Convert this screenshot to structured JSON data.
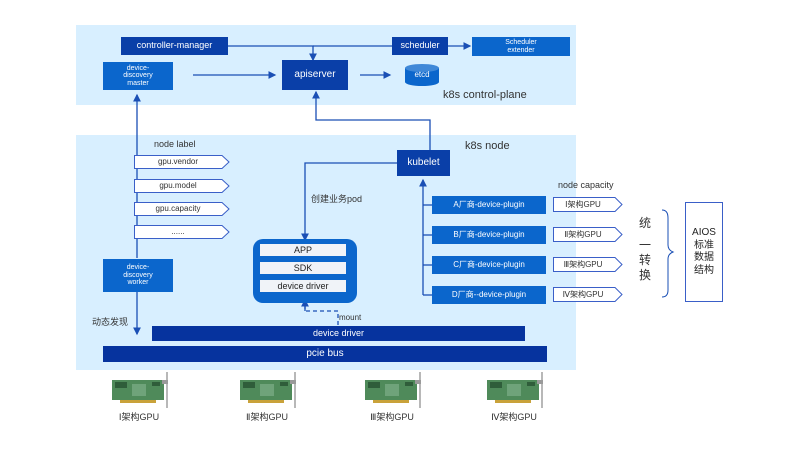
{
  "control_plane": {
    "title": "k8s control-plane",
    "controller_manager": "controller-manager",
    "device_discovery_master": "device-\ndiscovery\nmaster",
    "apiserver": "apiserver",
    "etcd": "etcd",
    "scheduler": "scheduler",
    "scheduler_extender": "Scheduler\nextender"
  },
  "node": {
    "title": "k8s node",
    "node_label_title": "node label",
    "node_labels": [
      "gpu.vendor",
      "gpu.model",
      "gpu.capacity",
      "......"
    ],
    "device_discovery_worker": "device-\ndiscovery\nworker",
    "dynamic_discovery": "动态发现",
    "kubelet": "kubelet",
    "create_pod": "创建业务pod",
    "pod_layers": [
      "APP",
      "SDK",
      "device driver"
    ],
    "mount": "mount",
    "device_driver_bar": "device driver",
    "pcie_bus": "pcie bus",
    "node_capacity_title": "node capacity",
    "plugins": [
      "A厂商-device-plugin",
      "B厂商-device-plugin",
      "C厂商-device-plugin",
      "D厂商--device-plugin"
    ],
    "capacities": [
      "Ⅰ架构GPU",
      "Ⅱ架构GPU",
      "Ⅲ架构GPU",
      "Ⅳ架构GPU"
    ]
  },
  "conversion": {
    "label_chars": [
      "统",
      "一",
      "转",
      "换"
    ],
    "aios_box": "AIOS\n标准\n数据\n结构"
  },
  "gpus": [
    "Ⅰ架构GPU",
    "Ⅱ架构GPU",
    "Ⅲ架构GPU",
    "Ⅳ架构GPU"
  ],
  "colors": {
    "panel": "#d8efff",
    "dark_blue": "#0a3fa8",
    "mid_blue": "#0b66cc",
    "navy": "#06339e",
    "line": "#1a4fb5"
  }
}
